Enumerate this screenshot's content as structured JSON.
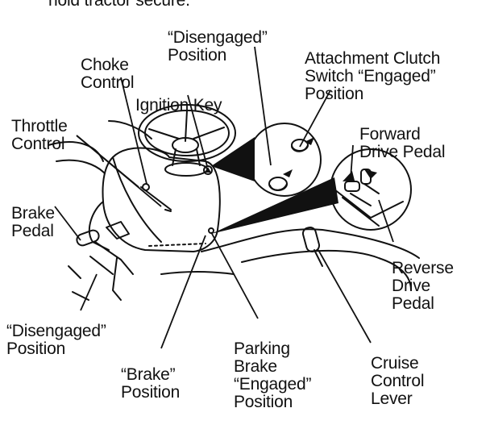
{
  "header_fragment": "hold tractor secure.",
  "labels": {
    "disengaged_top": [
      "“Disengaged”",
      "Position"
    ],
    "attachment_clutch": [
      "Attachment Clutch",
      "Switch “Engaged”",
      "Position"
    ],
    "choke": [
      "Choke",
      "Control"
    ],
    "ignition": [
      "Ignition Key"
    ],
    "throttle": [
      "Throttle",
      "Control"
    ],
    "forward_drive": [
      "Forward",
      "Drive Pedal"
    ],
    "brake_pedal": [
      "Brake",
      "Pedal"
    ],
    "reverse_drive": [
      "Reverse",
      "Drive",
      "Pedal"
    ],
    "disengaged_left": [
      "“Disengaged”",
      "Position"
    ],
    "parking_brake": [
      "Parking",
      "Brake",
      "“Engaged”",
      "Position"
    ],
    "brake_position": [
      "“Brake”",
      "Position"
    ],
    "cruise_control": [
      "Cruise",
      "Control",
      "Lever"
    ]
  }
}
